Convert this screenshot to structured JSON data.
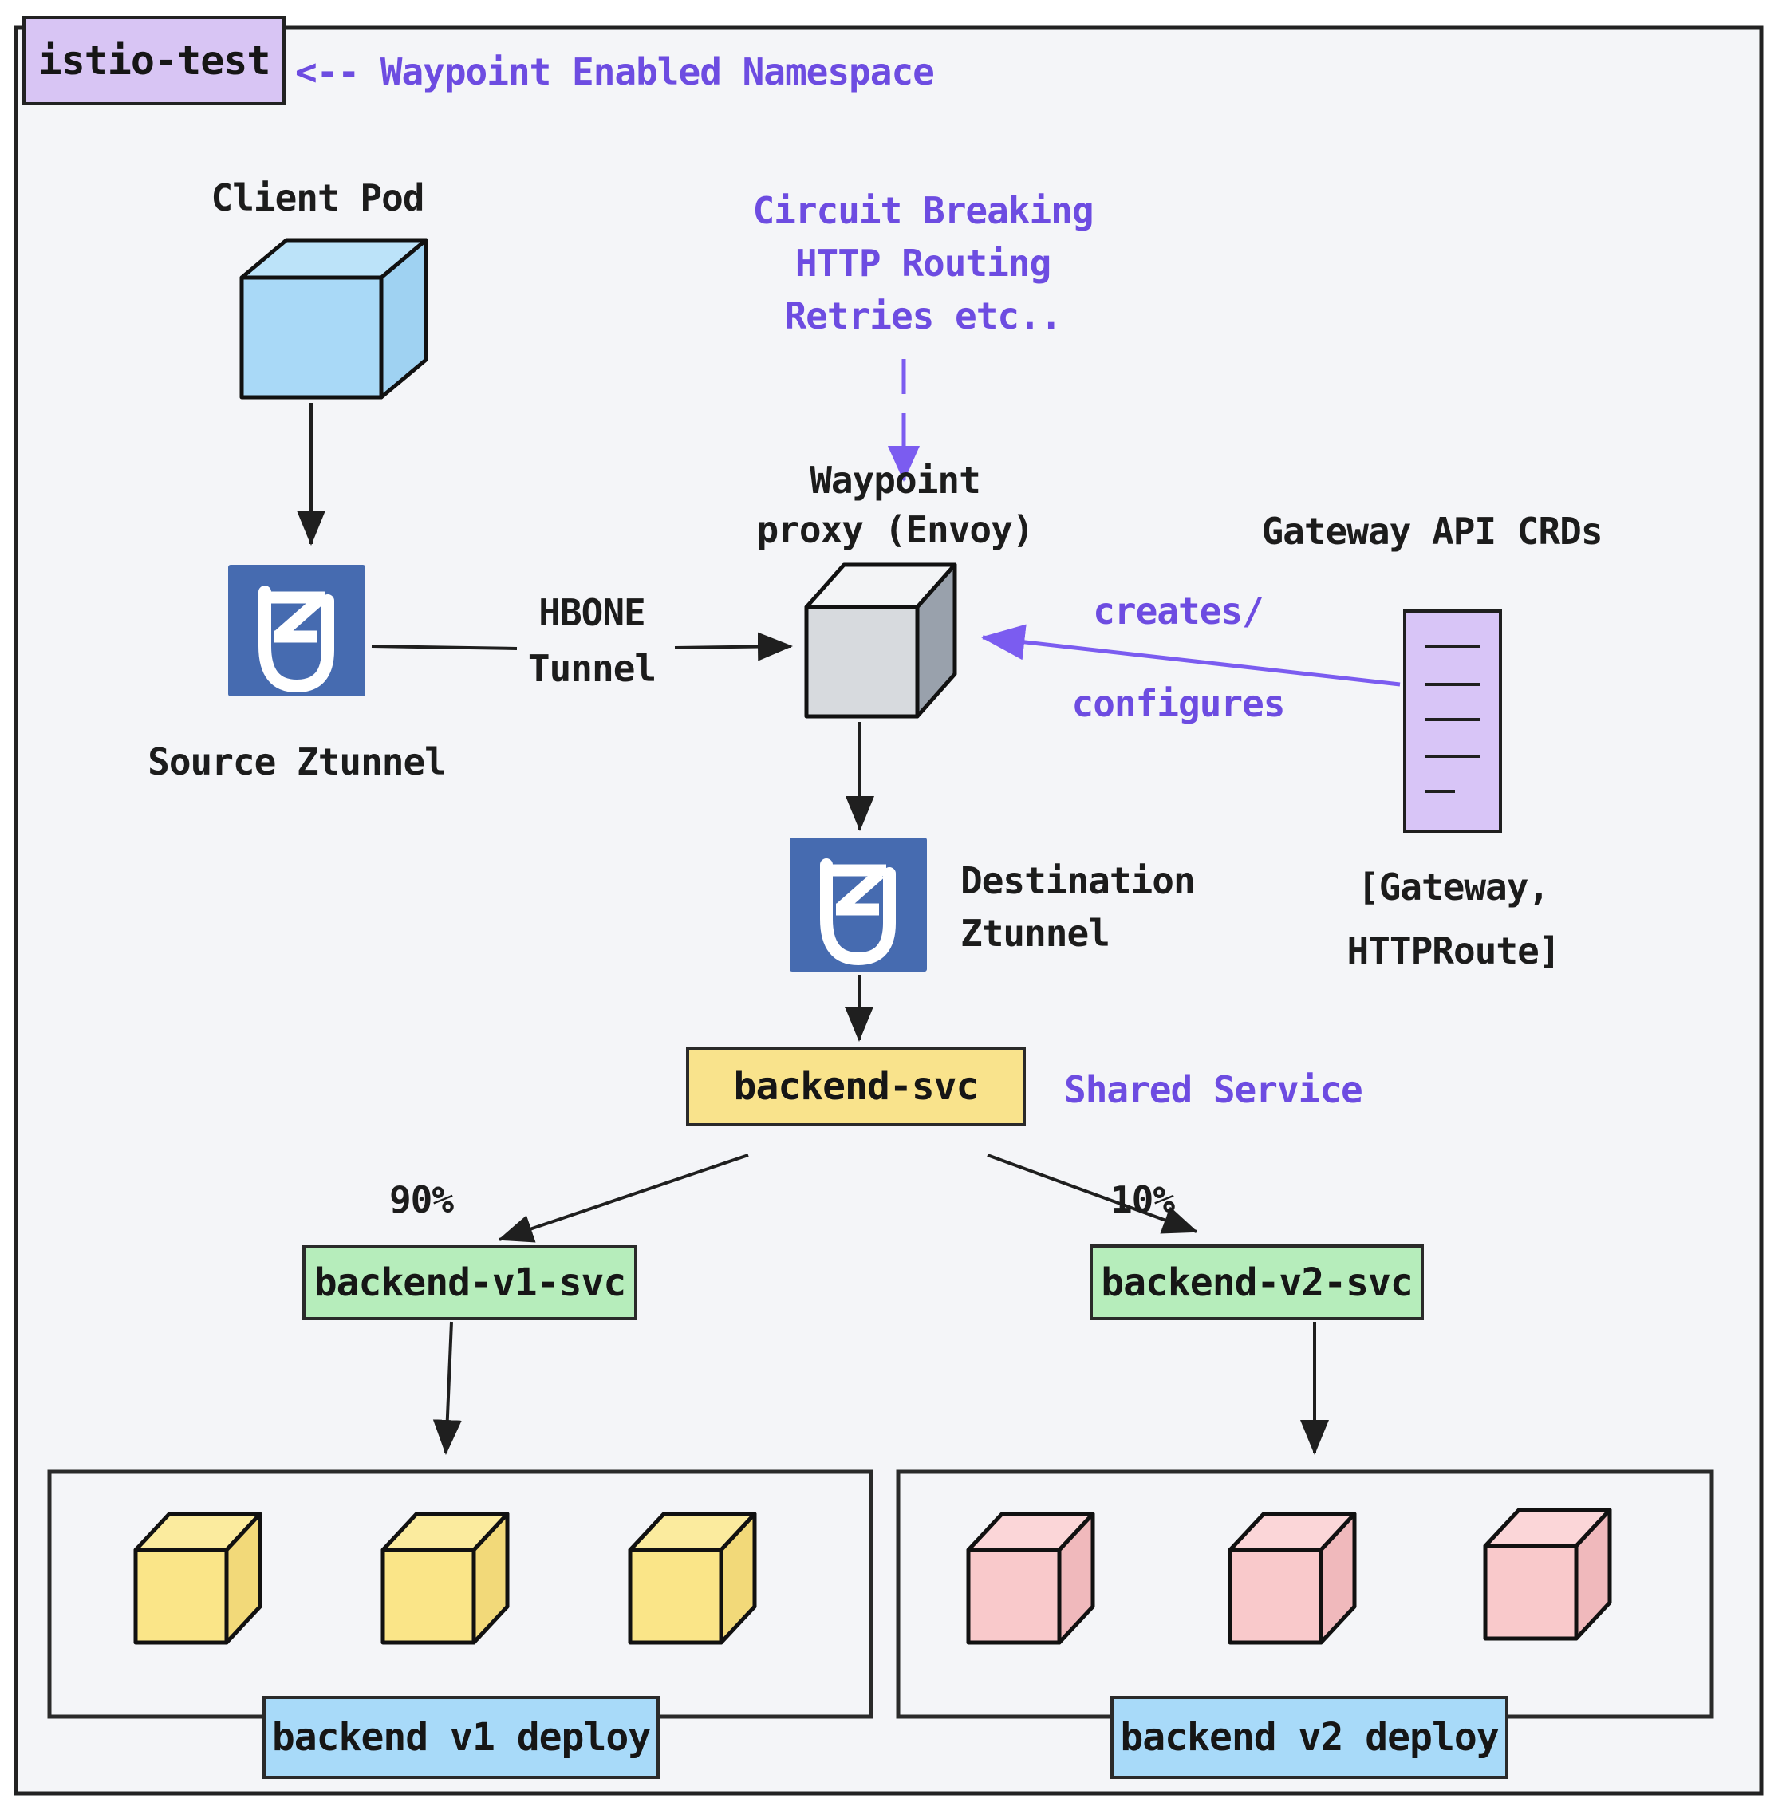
{
  "namespace": {
    "name": "istio-test",
    "note": "<-- Waypoint Enabled Namespace"
  },
  "client_pod": {
    "label": "Client Pod"
  },
  "source_ztunnel": {
    "label": "Source Ztunnel"
  },
  "hbone": {
    "line1": "HBONE",
    "line2": "Tunnel"
  },
  "waypoint": {
    "features": [
      "Circuit Breaking",
      "HTTP Routing",
      "Retries etc.."
    ],
    "label_line1": "Waypoint",
    "label_line2": "proxy (Envoy)"
  },
  "gateway_api": {
    "title": "Gateway API CRDs",
    "creates_line1": "creates/",
    "creates_line2": "configures",
    "crds_line1": "[Gateway,",
    "crds_line2": "HTTPRoute]"
  },
  "destination_ztunnel": {
    "label_line1": "Destination",
    "label_line2": "Ztunnel"
  },
  "backend_svc": {
    "label": "backend-svc",
    "note": "Shared Service"
  },
  "split": {
    "v1_percent": "90%",
    "v2_percent": "10%"
  },
  "backend_v1": {
    "svc_label": "backend-v1-svc",
    "deploy_label": "backend v1 deploy",
    "replicas": 3
  },
  "backend_v2": {
    "svc_label": "backend-v2-svc",
    "deploy_label": "backend v2 deploy",
    "replicas": 3
  },
  "icons": {
    "source": "istio-ztunnel-icon",
    "destination": "istio-ztunnel-icon",
    "gateway_crds": "document-icon",
    "client": "cube-icon",
    "waypoint": "cube-icon",
    "pods_v1": "cube-icon",
    "pods_v2": "cube-icon"
  },
  "colors": {
    "frame_bg": "#f4f5f8",
    "ink": "#1f1f1f",
    "purple_text": "#6d4ce1",
    "purple_arrow": "#7b5cf0",
    "istio_blue": "#466bb0",
    "lavender": "#d8c5f4",
    "yellow_box": "#f9e38c",
    "green_box": "#b6edbb",
    "blue_label": "#a8daf9",
    "cube_blue": "#a9d9f7",
    "cube_yellow": "#fae588",
    "cube_pink": "#f9c9cb",
    "cube_gray_front": "#d7dade",
    "cube_gray_top": "#f3f4f6",
    "cube_gray_side": "#99a1ac"
  }
}
